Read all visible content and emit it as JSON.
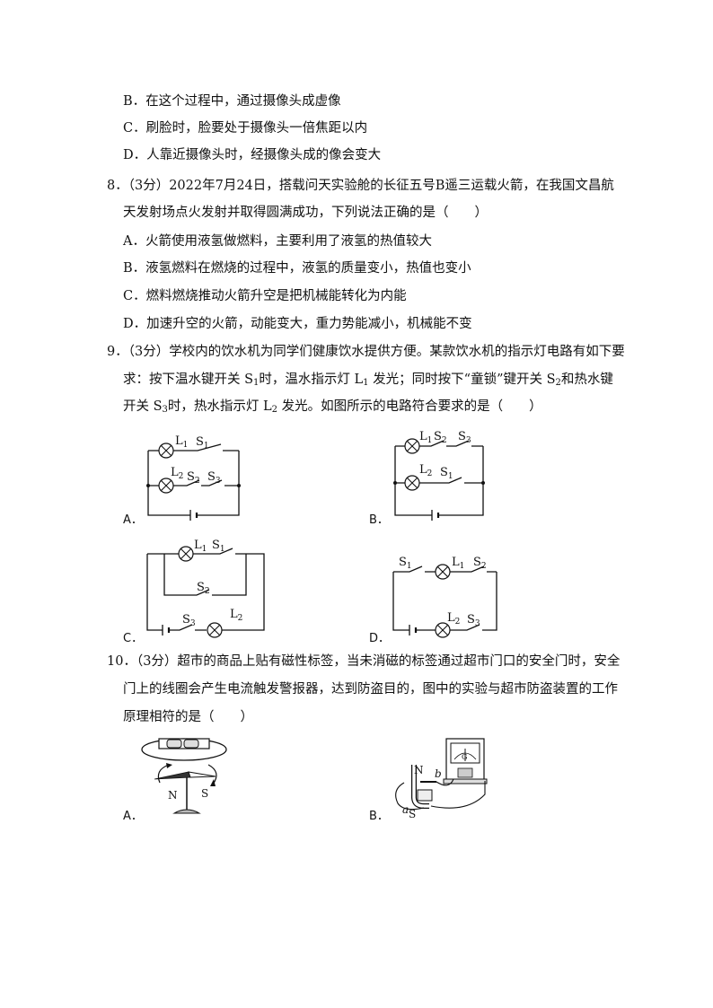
{
  "q7": {
    "option_b": "B．在这个过程中，通过摄像头成虚像",
    "option_c": "C．刷脸时，脸要处于摄像头一倍焦距以内",
    "option_d": "D．人靠近摄像头时，经摄像头成的像会变大"
  },
  "q8": {
    "stem_line1": "8．（3分）2022年7月24日，搭载问天实验舱的长征五号B遥三运载火箭，在我国文昌航",
    "stem_line2": "天发射场点火发射并取得圆满成功，下列说法正确的是（　　）",
    "option_a": "A．火箭使用液氢做燃料，主要利用了液氢的热值较大",
    "option_b": "B．液氢燃料在燃烧的过程中，液氢的质量变小，热值也变小",
    "option_c": "C．燃料燃烧推动火箭升空是把机械能转化为内能",
    "option_d": "D．加速升空的火箭，动能变大，重力势能减小，机械能不变"
  },
  "q9": {
    "l1_a": "9．（3分）学校内的饮水机为同学们健康饮水提供方便。某款饮水机的指示灯电路有如下要",
    "l2_a": "求：按下温水键开关 S",
    "l2_s1": "1",
    "l2_b": "时，温水指示灯 L",
    "l2_l1": "1",
    "l2_c": " 发光；同时按下“童锁”键开关 S",
    "l2_s2": "2",
    "l2_d": "和热水键",
    "l3_a": "开关 S",
    "l3_s3": "3",
    "l3_b": "时，热水指示灯 L",
    "l3_l2": "2",
    "l3_c": " 发光。如图所示的电路符合要求的是（　　）",
    "label_a": "A．",
    "label_b": "B．",
    "label_c": "C．",
    "label_d": "D．",
    "sym_l": "L",
    "sym_s": "S",
    "n1": "1",
    "n2": "2",
    "n3": "3"
  },
  "q10": {
    "line1": "10．（3分）超市的商品上贴有磁性标签，当未消磁的标签通过超市门口的安全门时，安全",
    "line2": "门上的线圈会产生电流触发警报器，达到防盗目的，图中的实验与超市防盗装置的工作",
    "line3": "原理相符的是（　　）",
    "label_a": "A．",
    "label_b": "B．",
    "fig_a_n": "N",
    "fig_a_s": "S",
    "fig_b_n": "N",
    "fig_b_s": "S",
    "fig_b_a": "a",
    "fig_b_b": "b"
  }
}
